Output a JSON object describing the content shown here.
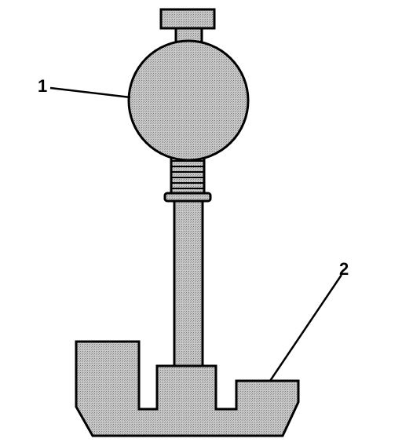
{
  "diagram": {
    "callouts": [
      {
        "id": "1",
        "text": "1"
      },
      {
        "id": "2",
        "text": "2"
      }
    ],
    "colors": {
      "line": "#000000",
      "fill": "#bdbdbd",
      "background": "#ffffff"
    }
  }
}
